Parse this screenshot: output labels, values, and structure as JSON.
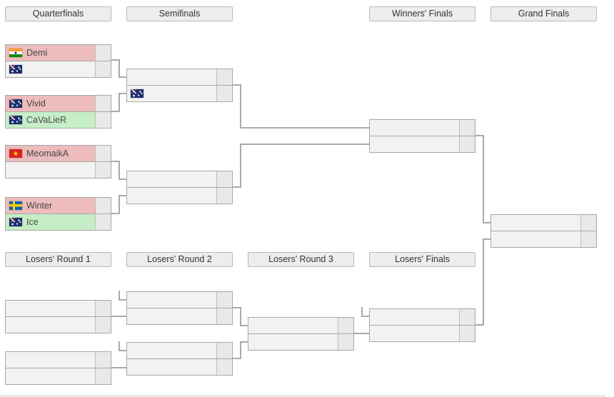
{
  "colors": {
    "loss_bg": "#edbcbc",
    "win_bg": "#c6eec6"
  },
  "flags": {
    "in": "India",
    "au": "Australia",
    "vn": "Vietnam",
    "se": "Sweden"
  },
  "headers": {
    "quarterfinals": "Quarterfinals",
    "semifinals": "Semifinals",
    "winners_finals": "Winners' Finals",
    "grand_finals": "Grand Finals",
    "losers_round_1": "Losers' Round 1",
    "losers_round_2": "Losers' Round 2",
    "losers_round_3": "Losers' Round 3",
    "losers_finals": "Losers' Finals"
  },
  "matches": {
    "qf1": {
      "top": {
        "name": "Demi",
        "flag": "in",
        "result": "loss",
        "score": ""
      },
      "bottom": {
        "name": "",
        "flag": "au",
        "result": null,
        "score": ""
      }
    },
    "qf2": {
      "top": {
        "name": "Vivid",
        "flag": "au",
        "result": "loss",
        "score": ""
      },
      "bottom": {
        "name": "CaVaLieR",
        "flag": "au",
        "result": "win",
        "score": ""
      }
    },
    "qf3": {
      "top": {
        "name": "MeomaikA",
        "flag": "vn",
        "result": "loss",
        "score": ""
      },
      "bottom": {
        "name": "",
        "flag": null,
        "result": null,
        "score": ""
      }
    },
    "qf4": {
      "top": {
        "name": "Winter",
        "flag": "se",
        "result": "loss",
        "score": ""
      },
      "bottom": {
        "name": "Ice",
        "flag": "au",
        "result": "win",
        "score": ""
      }
    },
    "sf1": {
      "top": {
        "name": "",
        "flag": null,
        "result": null,
        "score": ""
      },
      "bottom": {
        "name": "",
        "flag": "au",
        "result": null,
        "score": ""
      }
    },
    "sf2": {
      "top": {
        "name": "",
        "flag": null,
        "result": null,
        "score": ""
      },
      "bottom": {
        "name": "",
        "flag": null,
        "result": null,
        "score": ""
      }
    },
    "wf": {
      "top": {
        "name": "",
        "flag": null,
        "result": null,
        "score": ""
      },
      "bottom": {
        "name": "",
        "flag": null,
        "result": null,
        "score": ""
      }
    },
    "gf": {
      "top": {
        "name": "",
        "flag": null,
        "result": null,
        "score": ""
      },
      "bottom": {
        "name": "",
        "flag": null,
        "result": null,
        "score": ""
      }
    },
    "lr1a": {
      "top": {
        "name": "",
        "flag": null,
        "result": null,
        "score": ""
      },
      "bottom": {
        "name": "",
        "flag": null,
        "result": null,
        "score": ""
      }
    },
    "lr1b": {
      "top": {
        "name": "",
        "flag": null,
        "result": null,
        "score": ""
      },
      "bottom": {
        "name": "",
        "flag": null,
        "result": null,
        "score": ""
      }
    },
    "lr2a": {
      "top": {
        "name": "",
        "flag": null,
        "result": null,
        "score": ""
      },
      "bottom": {
        "name": "",
        "flag": null,
        "result": null,
        "score": ""
      }
    },
    "lr2b": {
      "top": {
        "name": "",
        "flag": null,
        "result": null,
        "score": ""
      },
      "bottom": {
        "name": "",
        "flag": null,
        "result": null,
        "score": ""
      }
    },
    "lr3": {
      "top": {
        "name": "",
        "flag": null,
        "result": null,
        "score": ""
      },
      "bottom": {
        "name": "",
        "flag": null,
        "result": null,
        "score": ""
      }
    },
    "lf": {
      "top": {
        "name": "",
        "flag": null,
        "result": null,
        "score": ""
      },
      "bottom": {
        "name": "",
        "flag": null,
        "result": null,
        "score": ""
      }
    }
  }
}
